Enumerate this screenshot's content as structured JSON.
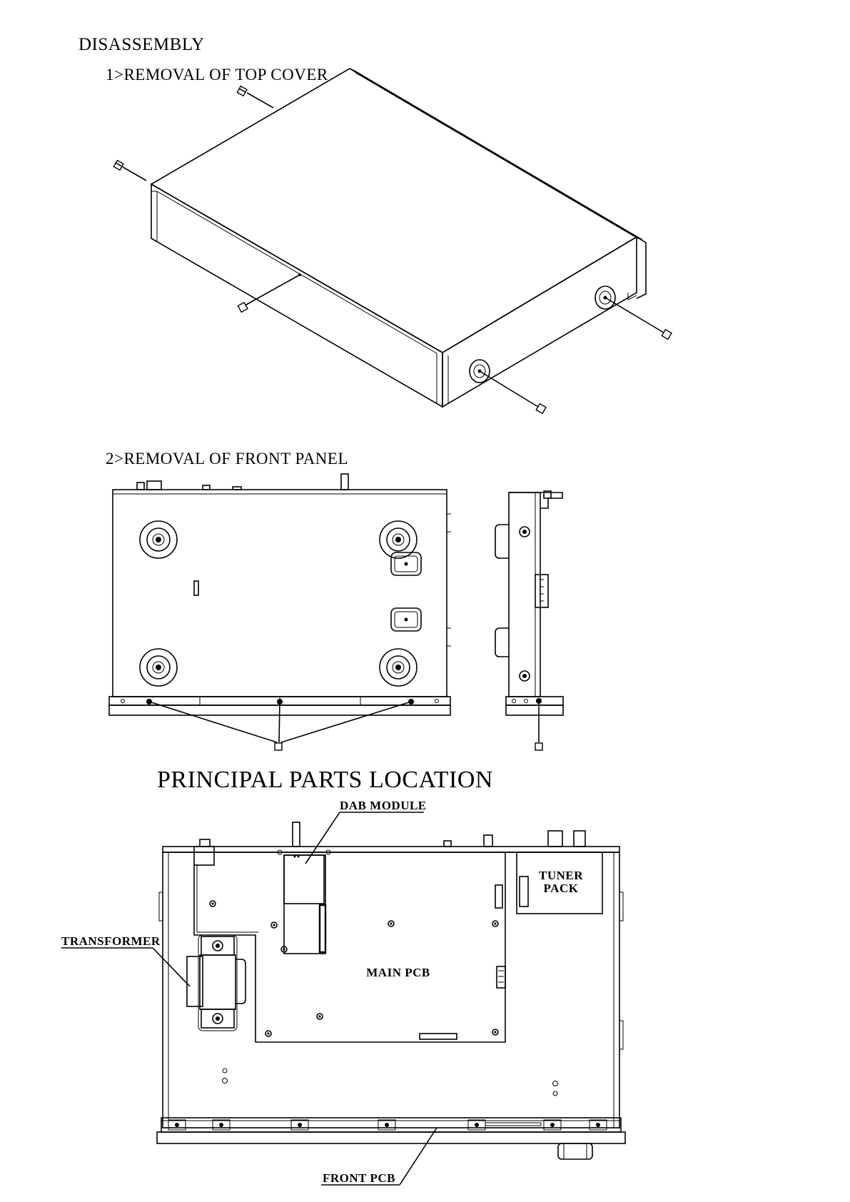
{
  "header": {
    "title": "DISASSEMBLY"
  },
  "steps": [
    {
      "label": "1>REMOVAL OF TOP COVER"
    },
    {
      "label": "2>REMOVAL OF FRONT PANEL"
    }
  ],
  "parts_section": {
    "title": "PRINCIPAL PARTS LOCATION"
  },
  "parts": {
    "dab_module": "DAB MODULE",
    "tuner_pack_line1": "TUNER",
    "tuner_pack_line2": "PACK",
    "transformer": "TRANSFORMER",
    "main_pcb": "MAIN PCB",
    "front_pcb": "FRONT PCB"
  },
  "colors": {
    "ink": "#000000",
    "paper": "#ffffff"
  }
}
